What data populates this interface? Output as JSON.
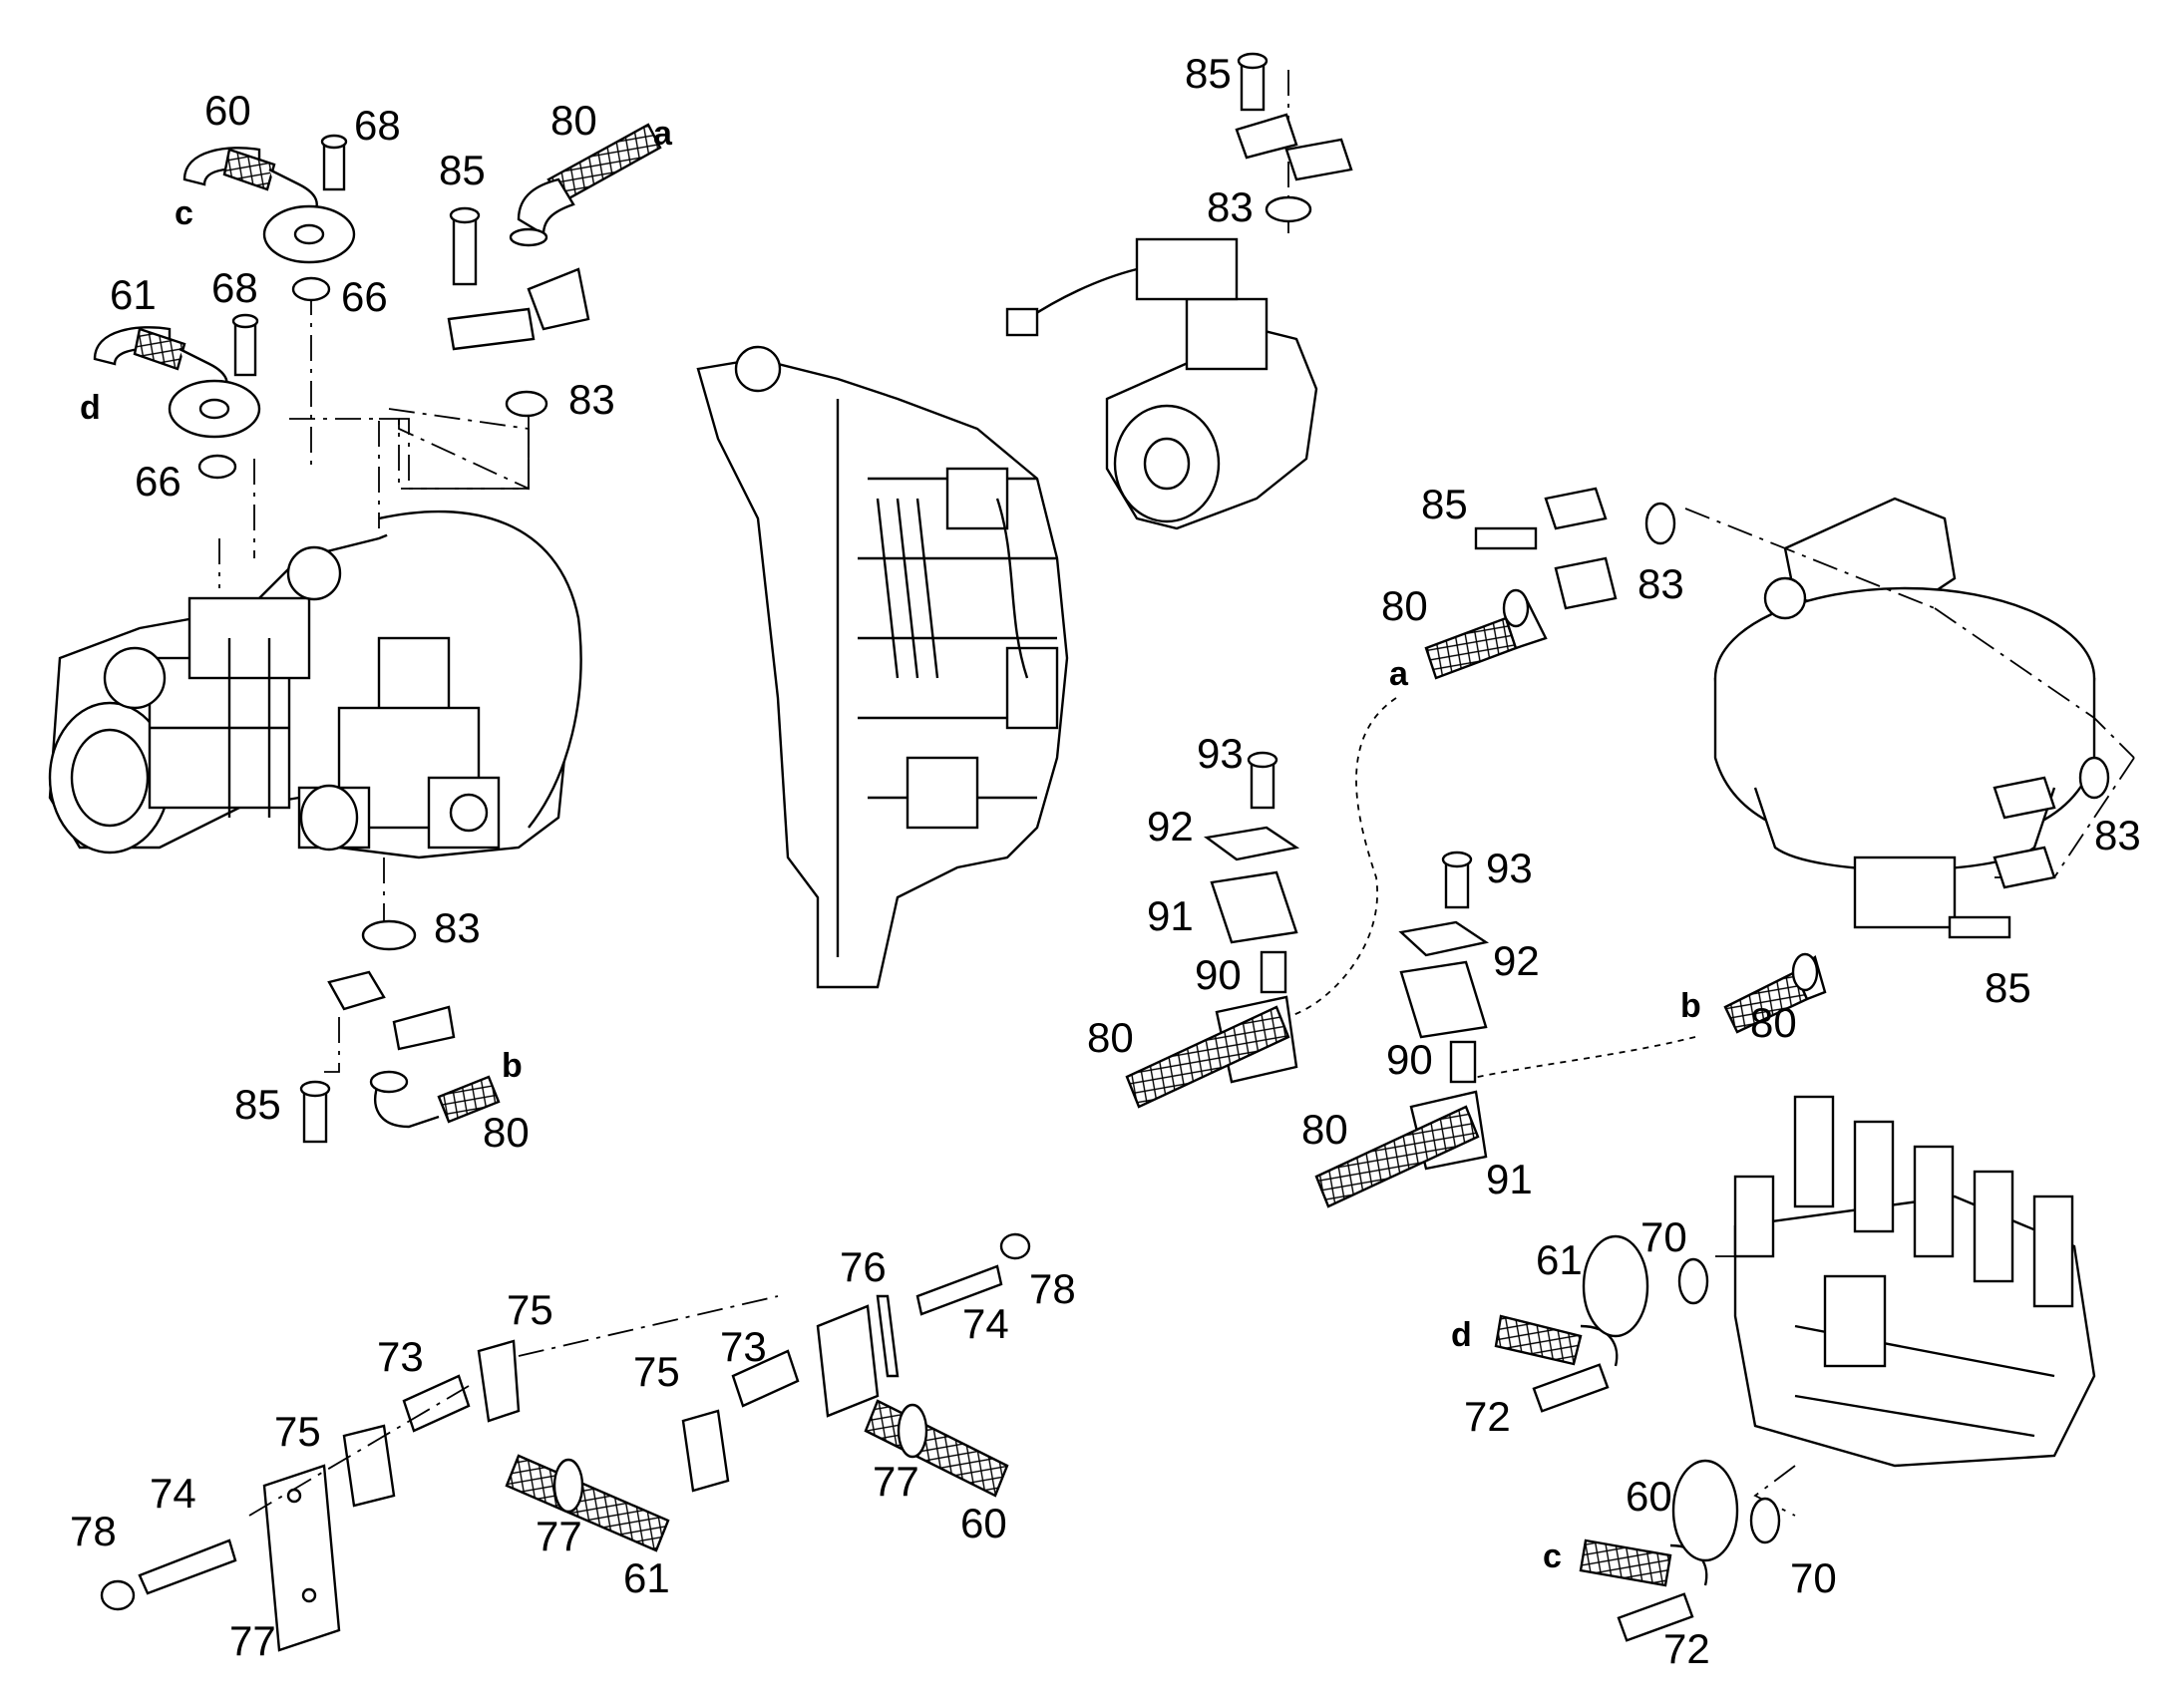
{
  "labels": {
    "l60a": "60",
    "l68a": "68",
    "l80a": "80",
    "la1": "a",
    "l85a": "85",
    "lc1": "c",
    "l66a": "66",
    "l61a": "61",
    "l68b": "68",
    "ld1": "d",
    "l83a": "83",
    "l66b": "66",
    "l83b": "83",
    "lb1": "b",
    "l85b": "85",
    "l80b": "80",
    "l85c": "85",
    "l83c": "83",
    "l85d": "85",
    "l83d": "83",
    "l80c": "80",
    "la2": "a",
    "l83e": "83",
    "l85e": "85",
    "lb2": "b",
    "l80d": "80",
    "l93a": "93",
    "l92a": "92",
    "l91a": "91",
    "l90a": "90",
    "l80e": "80",
    "l93b": "93",
    "l92b": "92",
    "l90b": "90",
    "l80f": "80",
    "l91b": "91",
    "l61b": "61",
    "l70a": "70",
    "ld2": "d",
    "l72a": "72",
    "l60b": "60",
    "l70b": "70",
    "lc2": "c",
    "l72b": "72",
    "l75a": "75",
    "l73a": "73",
    "l75b": "75",
    "l74a": "74",
    "l78a": "78",
    "l77a": "77",
    "l76": "76",
    "l74b": "74",
    "l78b": "78",
    "l73b": "73",
    "l75c": "75",
    "l77b": "77",
    "l61c": "61",
    "l77c": "77",
    "l60c": "60"
  }
}
